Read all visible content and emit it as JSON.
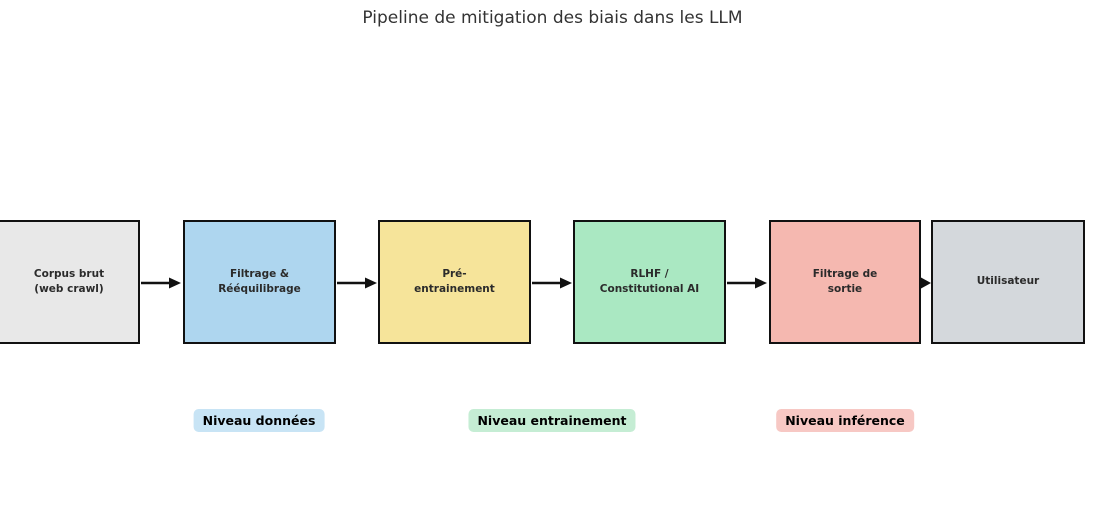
{
  "title": "Pipeline de mitigation des biais dans les LLM",
  "stages": [
    {
      "id": "corpus-brut",
      "label": "Corpus brut\n(web crawl)",
      "color": "#e8e8e8"
    },
    {
      "id": "filtrage",
      "label": "Filtrage &\nRééquilibrage",
      "color": "#aed6ef"
    },
    {
      "id": "pre-entrainement",
      "label": "Pré-\nentrainement",
      "color": "#f6e49a"
    },
    {
      "id": "rlhf",
      "label": "RLHF /\nConstitutional AI",
      "color": "#aae8c2"
    },
    {
      "id": "filtrage-sortie",
      "label": "Filtrage de\nsortie",
      "color": "#f5b8b0"
    },
    {
      "id": "utilisateur",
      "label": "Utilisateur",
      "color": "#d4d8dc"
    }
  ],
  "levels": [
    {
      "id": "niveau-donnees",
      "label": "Niveau données",
      "color": "#c8e4f5"
    },
    {
      "id": "niveau-entrainement",
      "label": "Niveau entrainement",
      "color": "#c5edd4"
    },
    {
      "id": "niveau-inference",
      "label": "Niveau inférence",
      "color": "#f7c8c4"
    }
  ],
  "arrow_color": "#111111"
}
